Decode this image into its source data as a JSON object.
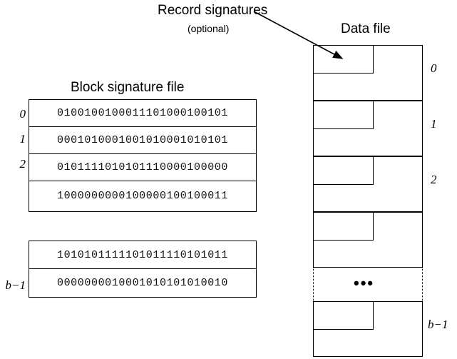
{
  "diagram": {
    "annotation": {
      "label": "Record signatures",
      "note": "(optional)",
      "arrow_name": "record-signature-pointer-arrow"
    },
    "block_signature_file": {
      "title": "Block signature file",
      "group_one": {
        "rows": [
          {
            "index": "0",
            "bits": "0100100100011101000100101"
          },
          {
            "index": "1",
            "bits": "0001010001001010001010101"
          },
          {
            "index": "2",
            "bits": "0101111010101110000100000"
          },
          {
            "index": "",
            "bits": "1000000000100000100100011"
          }
        ]
      },
      "group_two": {
        "rows": [
          {
            "index": "",
            "bits": "1010101111101011110101011"
          },
          {
            "index": "b−1",
            "bits": "0000000010001010101010010"
          }
        ]
      }
    },
    "data_file": {
      "title": "Data file",
      "blocks": [
        {
          "index": "0"
        },
        {
          "index": "1"
        },
        {
          "index": "2"
        },
        {
          "index": ""
        }
      ],
      "gap": {
        "ellipsis": "•••"
      },
      "last_block": {
        "index": "b−1"
      }
    },
    "colors": {
      "stroke": "#000000",
      "background": "#ffffff",
      "bit_text": "#111111"
    }
  }
}
